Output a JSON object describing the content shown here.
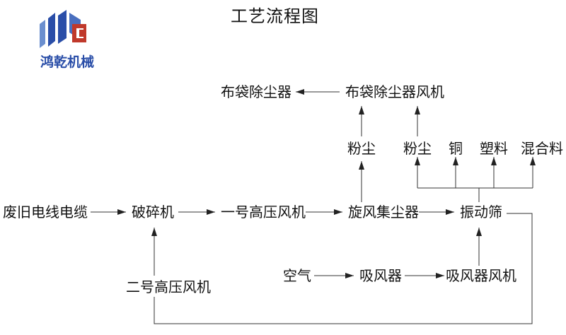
{
  "title": "工艺流程图",
  "logo": {
    "text": "鸿乾机械",
    "colors": {
      "blue": "#2a4ea8",
      "light_blue": "#6b8fcf",
      "red": "#c0392b"
    }
  },
  "nodes": {
    "waste_cable": "废旧电线电缆",
    "crusher": "破碎机",
    "blower_1": "一号高压风机",
    "cyclone": "旋风集尘器",
    "vibrating_screen": "振动筛",
    "blower_2": "二号高压风机",
    "air": "空气",
    "suction": "吸风器",
    "suction_fan": "吸风器风机",
    "bag_filter": "布袋除尘器",
    "bag_filter_fan": "布袋除尘器风机",
    "dust_1": "粉尘",
    "dust_2": "粉尘",
    "copper": "铜",
    "plastic": "塑料",
    "mixed": "混合料"
  },
  "colors": {
    "line": "#333333",
    "text": "#111111"
  }
}
